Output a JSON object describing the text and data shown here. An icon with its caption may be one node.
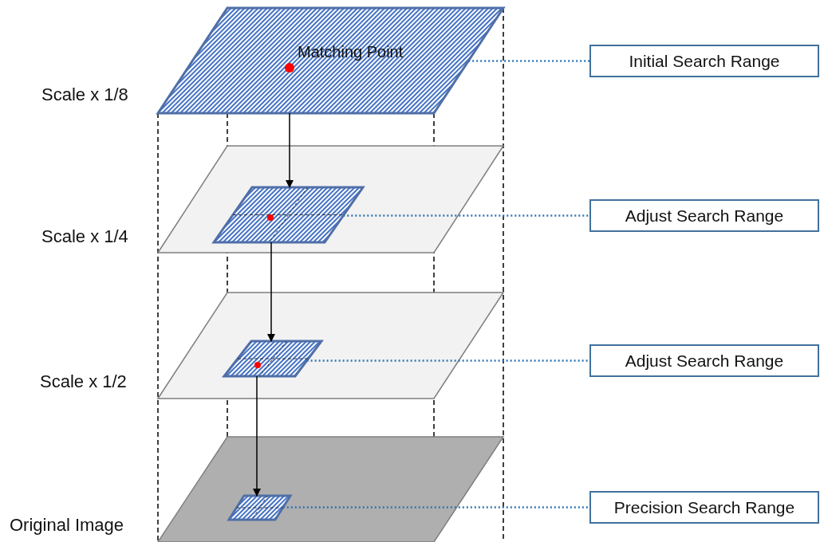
{
  "diagram": {
    "nodes": [
      {
        "text": [
          "Matching Point"
        ],
        "beside": [
          "Scale x 1/8"
        ]
      },
      {
        "text": [],
        "shape": "box",
        "beside": [
          "Scale x 1/4"
        ]
      },
      {
        "text": [],
        "shape": "box",
        "in": 1
      },
      {
        "text": [],
        "shape": "box",
        "beside": [
          "Scale x 1/2"
        ]
      },
      {
        "text": [],
        "shape": "box",
        "in": 3
      },
      {
        "text": [],
        "shape": "box",
        "beside": [
          "Original Image"
        ]
      },
      {
        "text": [],
        "shape": "box",
        "in": 5
      },
      {
        "text": [
          "Initial Search Range"
        ]
      },
      {
        "text": [
          "Adjust Search Range"
        ]
      },
      {
        "text": [
          "Adjust Search Range"
        ]
      },
      {
        "text": [
          "Precision Search Range"
        ]
      }
    ],
    "edges": [
      {
        "from": 0,
        "to": 2,
        "arrow": "to",
        "color": "#000000"
      },
      {
        "from": 2,
        "to": 4,
        "arrow": "to",
        "color": "#000000"
      },
      {
        "from": 4,
        "to": 6,
        "arrow": "to",
        "color": "#000000"
      },
      {
        "from": 0,
        "to": 7,
        "arrow": "none",
        "style": "dashed",
        "color": "#2e75b6"
      },
      {
        "from": 2,
        "to": 8,
        "arrow": "none",
        "style": "dashed",
        "color": "#2e75b6"
      },
      {
        "from": 4,
        "to": 9,
        "arrow": "none",
        "style": "dashed",
        "color": "#2e75b6"
      },
      {
        "from": 6,
        "to": 10,
        "arrow": "none",
        "style": "dashed",
        "color": "#2e75b6"
      }
    ]
  }
}
